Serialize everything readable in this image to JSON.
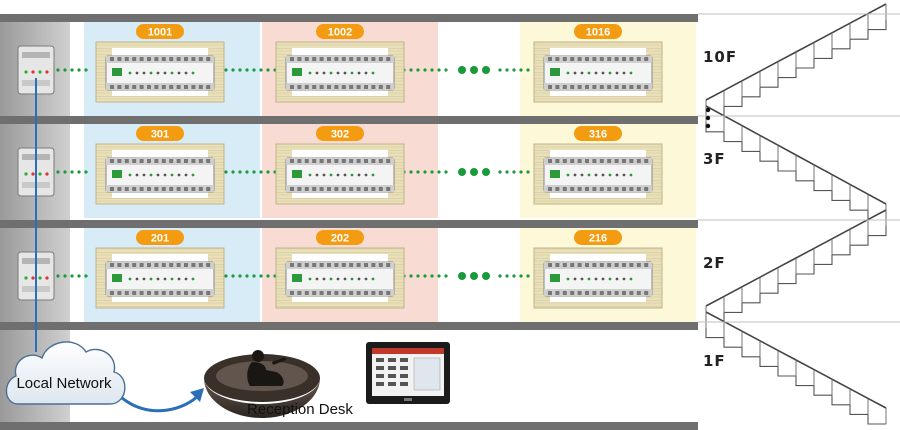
{
  "floors": [
    {
      "label": "10F",
      "rooms": [
        "1001",
        "1002",
        "1016"
      ]
    },
    {
      "label": "3F",
      "rooms": [
        "301",
        "302",
        "316"
      ]
    },
    {
      "label": "2F",
      "rooms": [
        "201",
        "202",
        "216"
      ]
    }
  ],
  "ground_floor_label": "1F",
  "network_label": "Local Network",
  "reception_label": "Reception Desk",
  "colors": {
    "room_a": "#d8ecf8",
    "room_b": "#f8dcd4",
    "room_c": "#fdf8d8",
    "badge": "#f39c12",
    "link_dots": "#1a9a3a",
    "network_line": "#2a6fb8",
    "slab": "#7a7a7a"
  }
}
